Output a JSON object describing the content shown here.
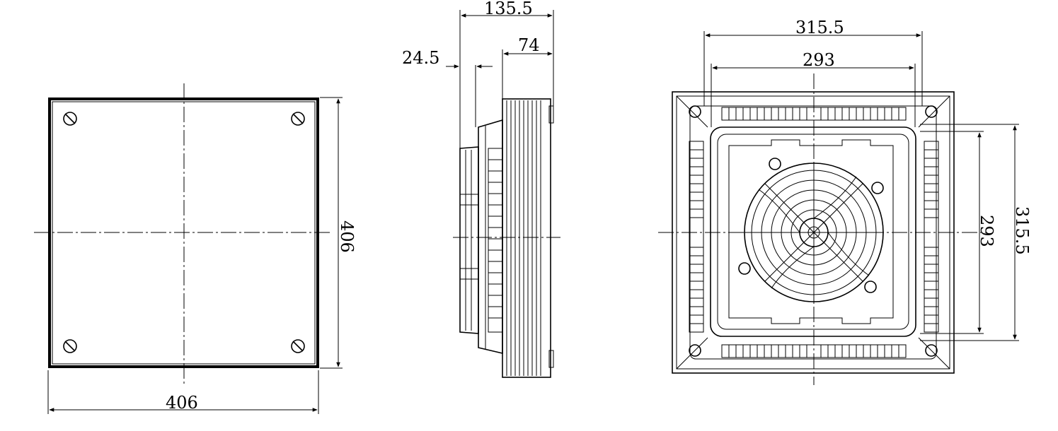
{
  "front_view": {
    "width_label": "406",
    "height_label": "406"
  },
  "side_view": {
    "depth_total_label": "135.5",
    "depth_outer_label": "74",
    "depth_inner_label": "24.5"
  },
  "rear_view": {
    "outer_width_label": "315.5",
    "inner_width_label": "293",
    "outer_height_label": "315.5",
    "inner_height_label": "293"
  }
}
